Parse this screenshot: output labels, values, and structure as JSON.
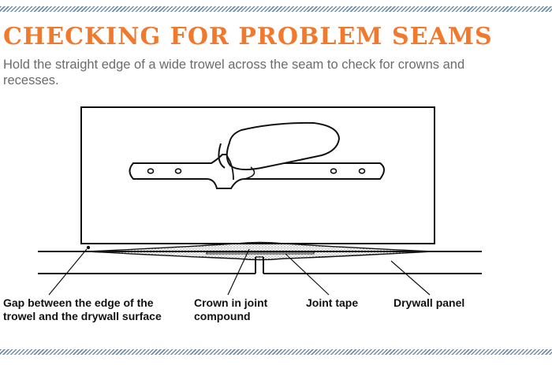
{
  "header": {
    "title": "CHECKING FOR PROBLEM SEAMS",
    "subtitle": "Hold the straight edge of a wide trowel across the seam to check for crowns and recesses."
  },
  "labels": {
    "gap": "Gap between the edge of the trowel and the drywall surface",
    "crown": "Crown in joint compound",
    "tape": "Joint tape",
    "panel": "Drywall panel"
  },
  "colors": {
    "title": "#f0792e",
    "subtitle": "#6b6b6b",
    "stripe": "#6f8ea8",
    "line_art": "#111111"
  }
}
